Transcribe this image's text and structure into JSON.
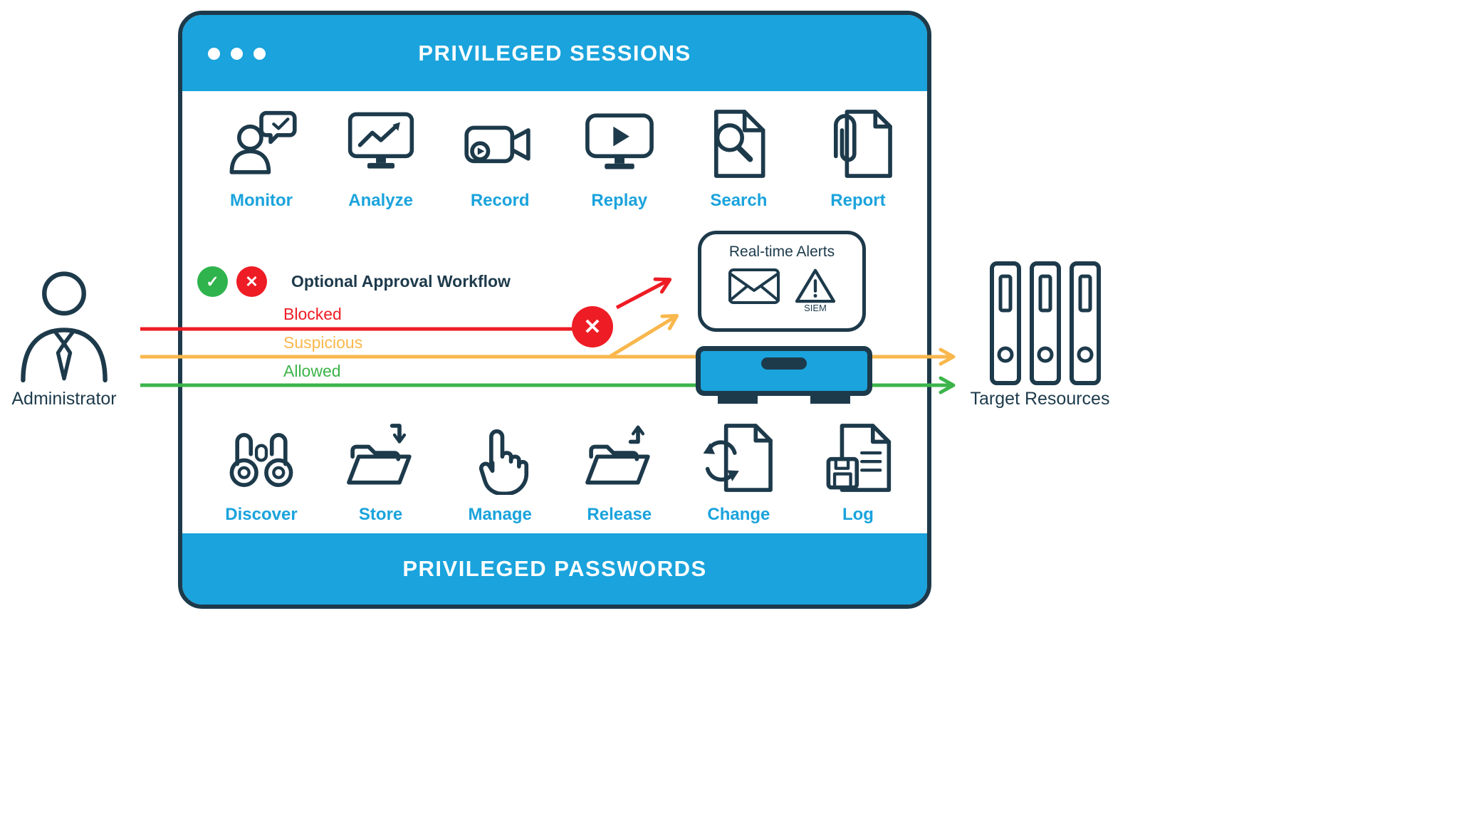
{
  "window": {
    "header_title": "PRIVILEGED SESSIONS",
    "footer_title": "PRIVILEGED PASSWORDS"
  },
  "session_features": [
    {
      "label": "Monitor",
      "icon": "user-approval-icon"
    },
    {
      "label": "Analyze",
      "icon": "monitor-trend-icon"
    },
    {
      "label": "Record",
      "icon": "video-camera-icon"
    },
    {
      "label": "Replay",
      "icon": "screen-play-icon"
    },
    {
      "label": "Search",
      "icon": "document-magnifier-icon"
    },
    {
      "label": "Report",
      "icon": "document-paperclip-icon"
    }
  ],
  "password_features": [
    {
      "label": "Discover",
      "icon": "binoculars-icon"
    },
    {
      "label": "Store",
      "icon": "folder-store-icon"
    },
    {
      "label": "Manage",
      "icon": "pointing-hand-icon"
    },
    {
      "label": "Release",
      "icon": "folder-release-icon"
    },
    {
      "label": "Change",
      "icon": "document-refresh-icon"
    },
    {
      "label": "Log",
      "icon": "document-save-icon"
    }
  ],
  "workflow": {
    "label": "Optional Approval Workflow",
    "flows": [
      {
        "label": "Blocked",
        "color": "#ee1c24"
      },
      {
        "label": "Suspicious",
        "color": "#f9b74c"
      },
      {
        "label": "Allowed",
        "color": "#3cb44a"
      }
    ]
  },
  "alerts": {
    "title": "Real-time Alerts",
    "siem_label": "SIEM"
  },
  "actors": {
    "administrator": "Administrator",
    "target_resources": "Target Resources"
  },
  "colors": {
    "brand_cyan": "#1aa3dc",
    "outline_navy": "#1d3a4b",
    "blocked_red": "#ee1c24",
    "suspicious_orange": "#f9b74c",
    "allowed_green": "#3cb44a"
  }
}
